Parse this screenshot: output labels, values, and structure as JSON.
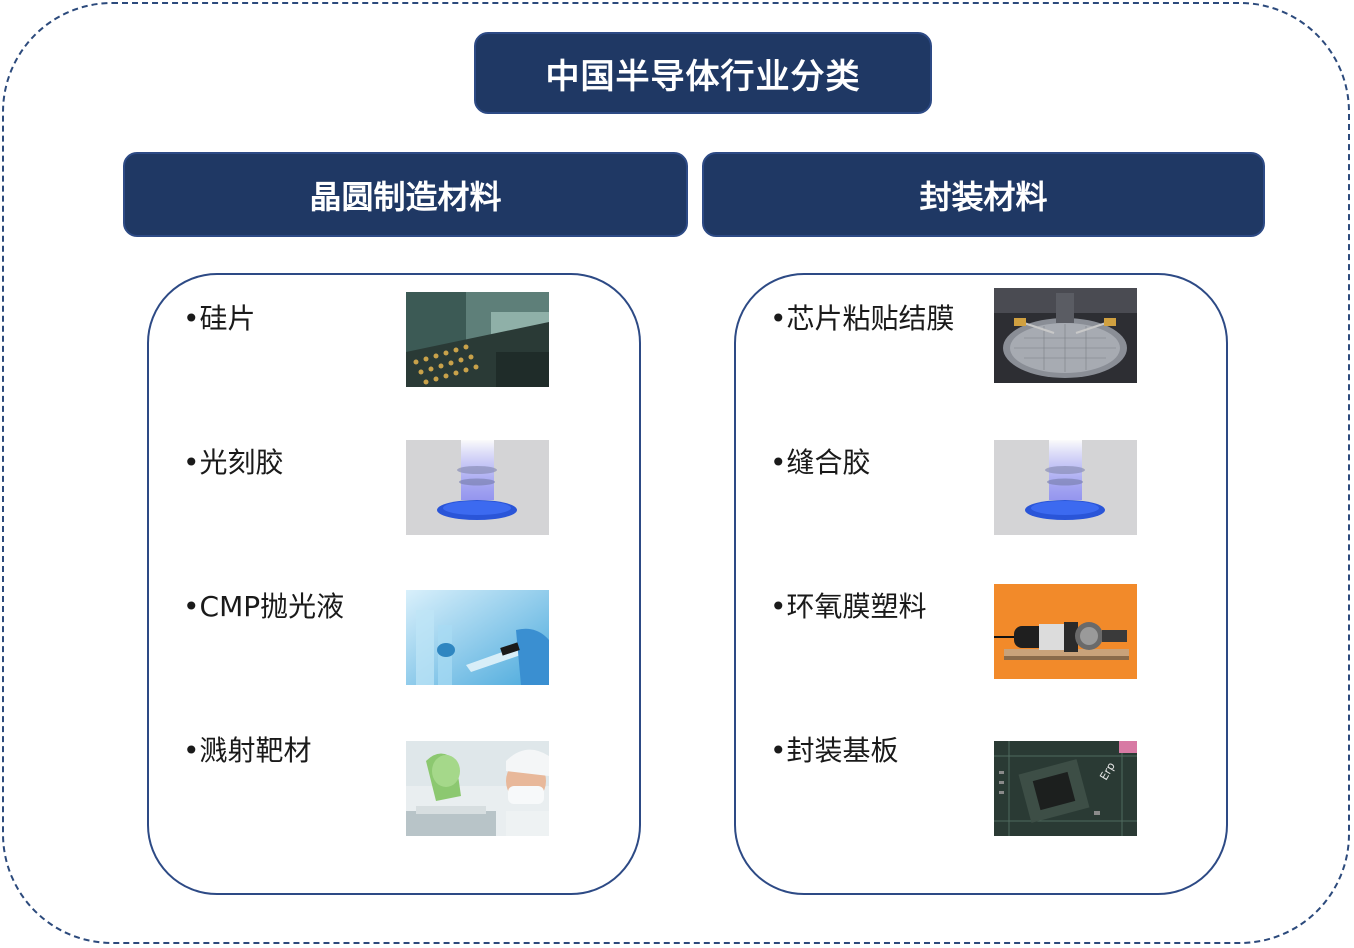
{
  "title": "中国半导体行业分类",
  "categories": [
    {
      "name": "晶圆制造材料",
      "items": [
        {
          "label": "•硅片",
          "image_icon": "chip-pins-photo-icon"
        },
        {
          "label": "•光刻胶",
          "image_icon": "lithography-light-photo-icon"
        },
        {
          "label": "•CMP抛光液",
          "image_icon": "lab-pipette-photo-icon"
        },
        {
          "label": "•溅射靶材",
          "image_icon": "lab-worker-photo-icon"
        }
      ]
    },
    {
      "name": "封装材料",
      "items": [
        {
          "label": "•芯片粘贴结膜",
          "image_icon": "wafer-machine-photo-icon"
        },
        {
          "label": "•缝合胶",
          "image_icon": "lithography-light-photo-icon"
        },
        {
          "label": "•环氧膜塑料",
          "image_icon": "motor-device-photo-icon"
        },
        {
          "label": "•封装基板",
          "image_icon": "circuit-board-photo-icon"
        }
      ]
    }
  ],
  "colors": {
    "header_fill": "#1f3864",
    "border": "#2d4a85",
    "text": "#1a1a1a"
  }
}
